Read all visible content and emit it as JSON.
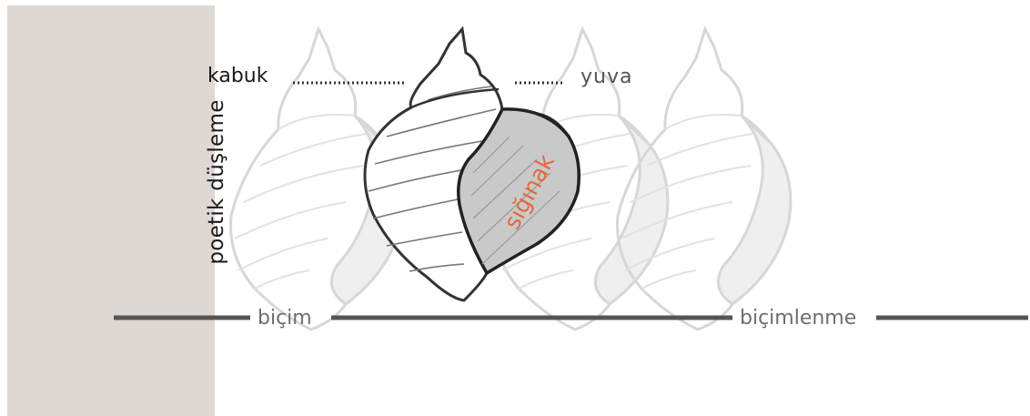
{
  "labels": {
    "vertical": "poetik düşleme",
    "kabuk": "kabuk",
    "yuva": "yuva",
    "siginak": "sığınak",
    "bicim": "biçim",
    "bicimlenme": "biçimlenme"
  },
  "colors": {
    "panel": "#ddd8d3",
    "accent": "#e06a3c",
    "line": "#555555",
    "faded_sketch": "#d7d7d7",
    "main_sketch": "#333333"
  }
}
